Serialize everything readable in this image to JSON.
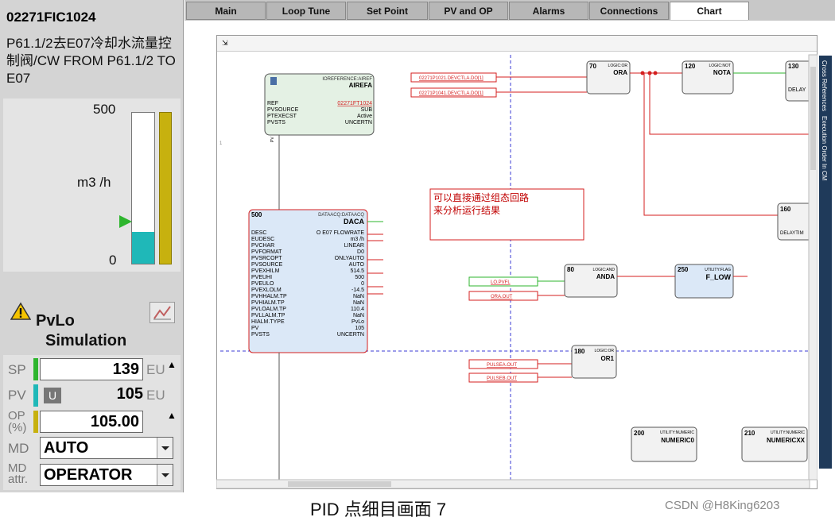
{
  "faceplate": {
    "tag": "02271FIC1024",
    "description": "P61.1/2去E07冷却水流量控制阀/CW FROM P61.1/2 TO  E07",
    "scale_max": "500",
    "units": "m3 /h",
    "scale_min": "0",
    "pv_fraction": 0.21,
    "alarm_label": "PvLo",
    "mode_label": "Simulation",
    "sp": {
      "label": "SP",
      "value": "139",
      "eu": "EU"
    },
    "pv": {
      "label": "PV",
      "badge": "U",
      "value": "105",
      "eu": "EU"
    },
    "op": {
      "label": "OP (%)",
      "value": "105.00"
    },
    "md": {
      "label": "MD",
      "value": "AUTO"
    },
    "md_attr": {
      "label": "MD attr.",
      "value": "OPERATOR"
    }
  },
  "tabs": [
    {
      "label": "Main"
    },
    {
      "label": "Loop Tune"
    },
    {
      "label": "Set Point"
    },
    {
      "label": "PV and OP"
    },
    {
      "label": "Alarms"
    },
    {
      "label": "Connections"
    },
    {
      "label": "Chart"
    }
  ],
  "chart": {
    "side_tabs": [
      "Cross References",
      "Execution Order In CM"
    ],
    "annotation_line1": "可以直接通过组态回路",
    "annotation_line2": "来分析运行结果",
    "airefa": {
      "type": "IOREFERENCE:AIREF",
      "name": "AIREFA",
      "ref": "02271FT1024",
      "pvsource": "SUB",
      "ptexecst": "Active",
      "pvsts": "UNCERTN"
    },
    "daca": {
      "num": "500",
      "type": "DATAACQ:DATAACQ",
      "name": "DACA",
      "desc": "O  E07  FLOWRATE",
      "eudesc": "m3 /h",
      "pvchar": "LINEAR",
      "pvformat": "D0",
      "pvsrcopt": "ONLYAUTO",
      "pvsource": "AUTO",
      "pvexhilm": "514.5",
      "pveuhi": "500",
      "pveulo": "0",
      "pvexlolm": "-14.5",
      "pvhhalm_tp": "NaN",
      "pvhialm_tp": "NaN",
      "pvloalm_tp": "110.4",
      "pvllalm_tp": "NaN",
      "hialm_type": "PvLo",
      "pv": "105",
      "pvsts": "UNCERTN"
    },
    "refs": {
      "r1": "02271P1021.DEVCTLA.DO[1]",
      "r2": "02271P1041.DEVCTLA.DO[1]",
      "r3": "LO.PVFL",
      "r4": "ORA.OUT",
      "r5": "PULSEA.OUT",
      "r6": "PULSEB.OUT"
    },
    "blocks": {
      "ora": {
        "num": "70",
        "type": "LOGIC:OR",
        "name": "ORA"
      },
      "nota": {
        "num": "120",
        "type": "LOGIC:NOT",
        "name": "NOTA"
      },
      "delay1": {
        "num": "130",
        "name": "DELAY"
      },
      "delay2": {
        "num": "160",
        "name": "DELAYTIM"
      },
      "anda": {
        "num": "80",
        "type": "LOGIC:AND",
        "name": "ANDA"
      },
      "flow": {
        "num": "250",
        "type": "UTILITY:FLAG",
        "name": "F_LOW"
      },
      "or1": {
        "num": "180",
        "type": "LOGIC:OR",
        "name": "OR1"
      },
      "num0": {
        "num": "200",
        "type": "UTILITY:NUMERIC",
        "name": "NUMERIC0"
      },
      "numxx": {
        "num": "210",
        "type": "UTILITY:NUMERIC",
        "name": "NUMERICXX"
      }
    }
  },
  "caption": "PID 点细目画面 7",
  "credit": "CSDN @H8King6203",
  "colors": {
    "pv": "#1fb8b8",
    "op": "#c7b10f",
    "sp": "#2eb52e",
    "wire_red": "#d41f1f",
    "wire_green": "#2eb52e",
    "accent_blue": "#1f3a5a"
  }
}
